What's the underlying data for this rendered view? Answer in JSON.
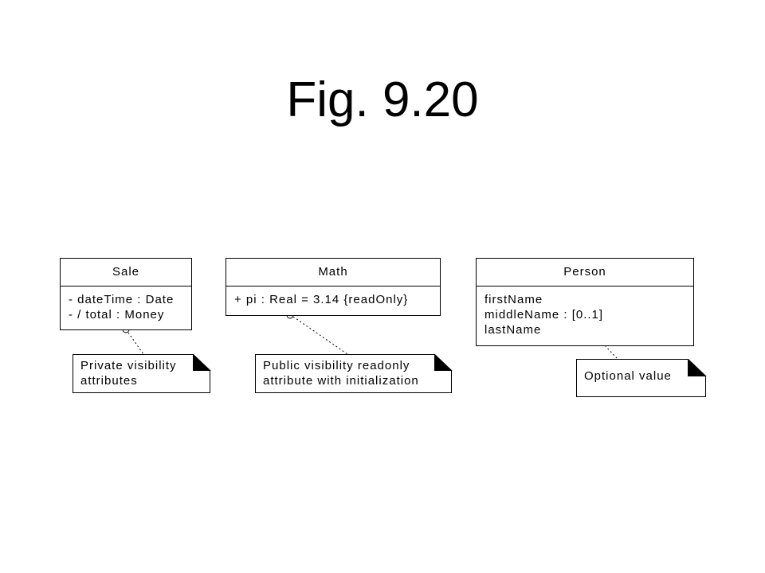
{
  "title": "Fig. 9.20",
  "classes": [
    {
      "name": "Sale",
      "attributes": [
        "- dateTime : Date",
        "- / total : Money"
      ]
    },
    {
      "name": "Math",
      "attributes": [
        "+ pi : Real = 3.14 {readOnly}"
      ]
    },
    {
      "name": "Person",
      "attributes": [
        "firstName",
        "middleName : [0..1]",
        "lastName"
      ]
    }
  ],
  "notes": [
    {
      "lines": [
        "Private visibility",
        "attributes"
      ]
    },
    {
      "lines": [
        "Public visibility readonly",
        "attribute with initialization"
      ]
    },
    {
      "lines": [
        "Optional value"
      ]
    }
  ]
}
